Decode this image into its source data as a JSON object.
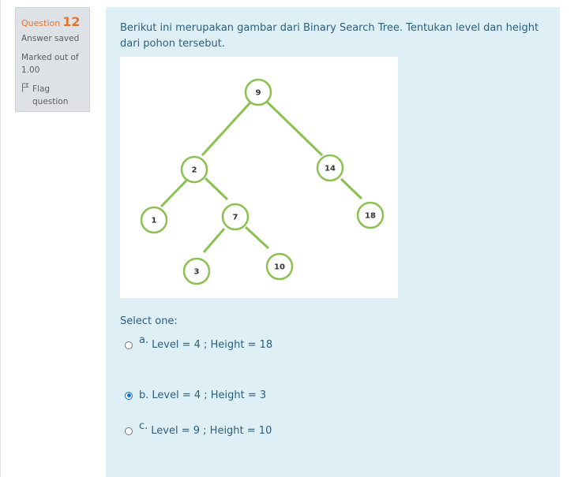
{
  "question_info": {
    "question_label": "Question",
    "question_number": "12",
    "state": "Answer saved",
    "grade": "Marked out of 1.00",
    "flag_label": "Flag question"
  },
  "question_text": "Berikut ini merupakan gambar dari Binary Search Tree. Tentukan level dan height dari pohon tersebut.",
  "tree": {
    "node_labels": [
      "9",
      "2",
      "14",
      "1",
      "7",
      "18",
      "3",
      "10"
    ],
    "edge_color": "#8cc152",
    "node_border_color": "#8cc152"
  },
  "answer": {
    "prompt": "Select one:",
    "options": [
      {
        "letter": "a.",
        "text": "Level = 4 ; Height = 18",
        "selected": false
      },
      {
        "letter": "b.",
        "text": "Level = 4 ; Height = 3",
        "selected": true
      },
      {
        "letter": "c.",
        "text": "Level = 9 ; Height = 10",
        "selected": false
      }
    ]
  },
  "colors": {
    "accent_orange": "#e3752a",
    "text_blue": "#2c5f7c",
    "content_bg": "#def0f6",
    "radio_selected": "#1173d4"
  }
}
